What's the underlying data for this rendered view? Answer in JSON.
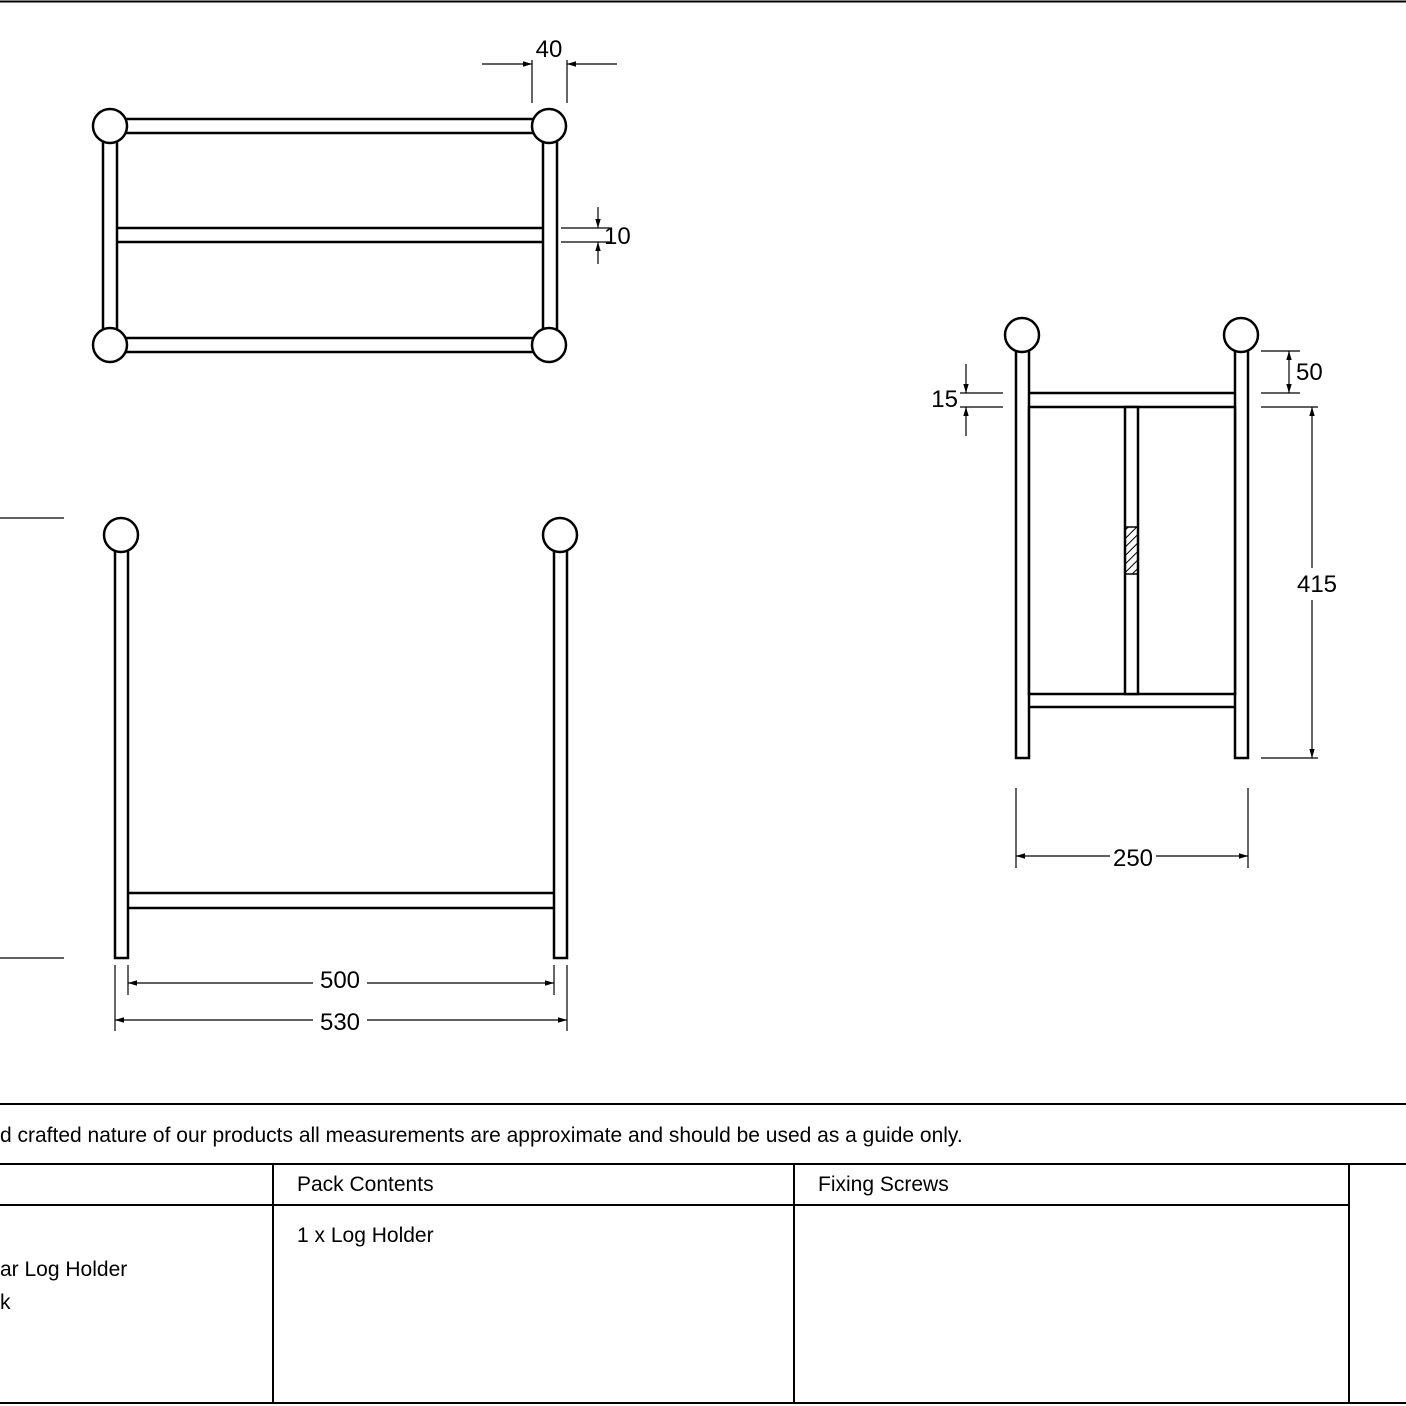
{
  "dimensions": {
    "ball_diameter": "40",
    "bar_thickness": "10",
    "top_bar_gap": "15",
    "ball_offset": "50",
    "side_height": "415",
    "depth": "250",
    "inner_width": "500",
    "outer_width": "530"
  },
  "note": "d crafted nature of our products all measurements are approximate and should be used as a guide only.",
  "table": {
    "col2_header": "Pack Contents",
    "col3_header": "Fixing Screws",
    "col1_line1": "ar Log Holder",
    "col1_line2": "k",
    "col2_value": "1 x Log Holder"
  }
}
